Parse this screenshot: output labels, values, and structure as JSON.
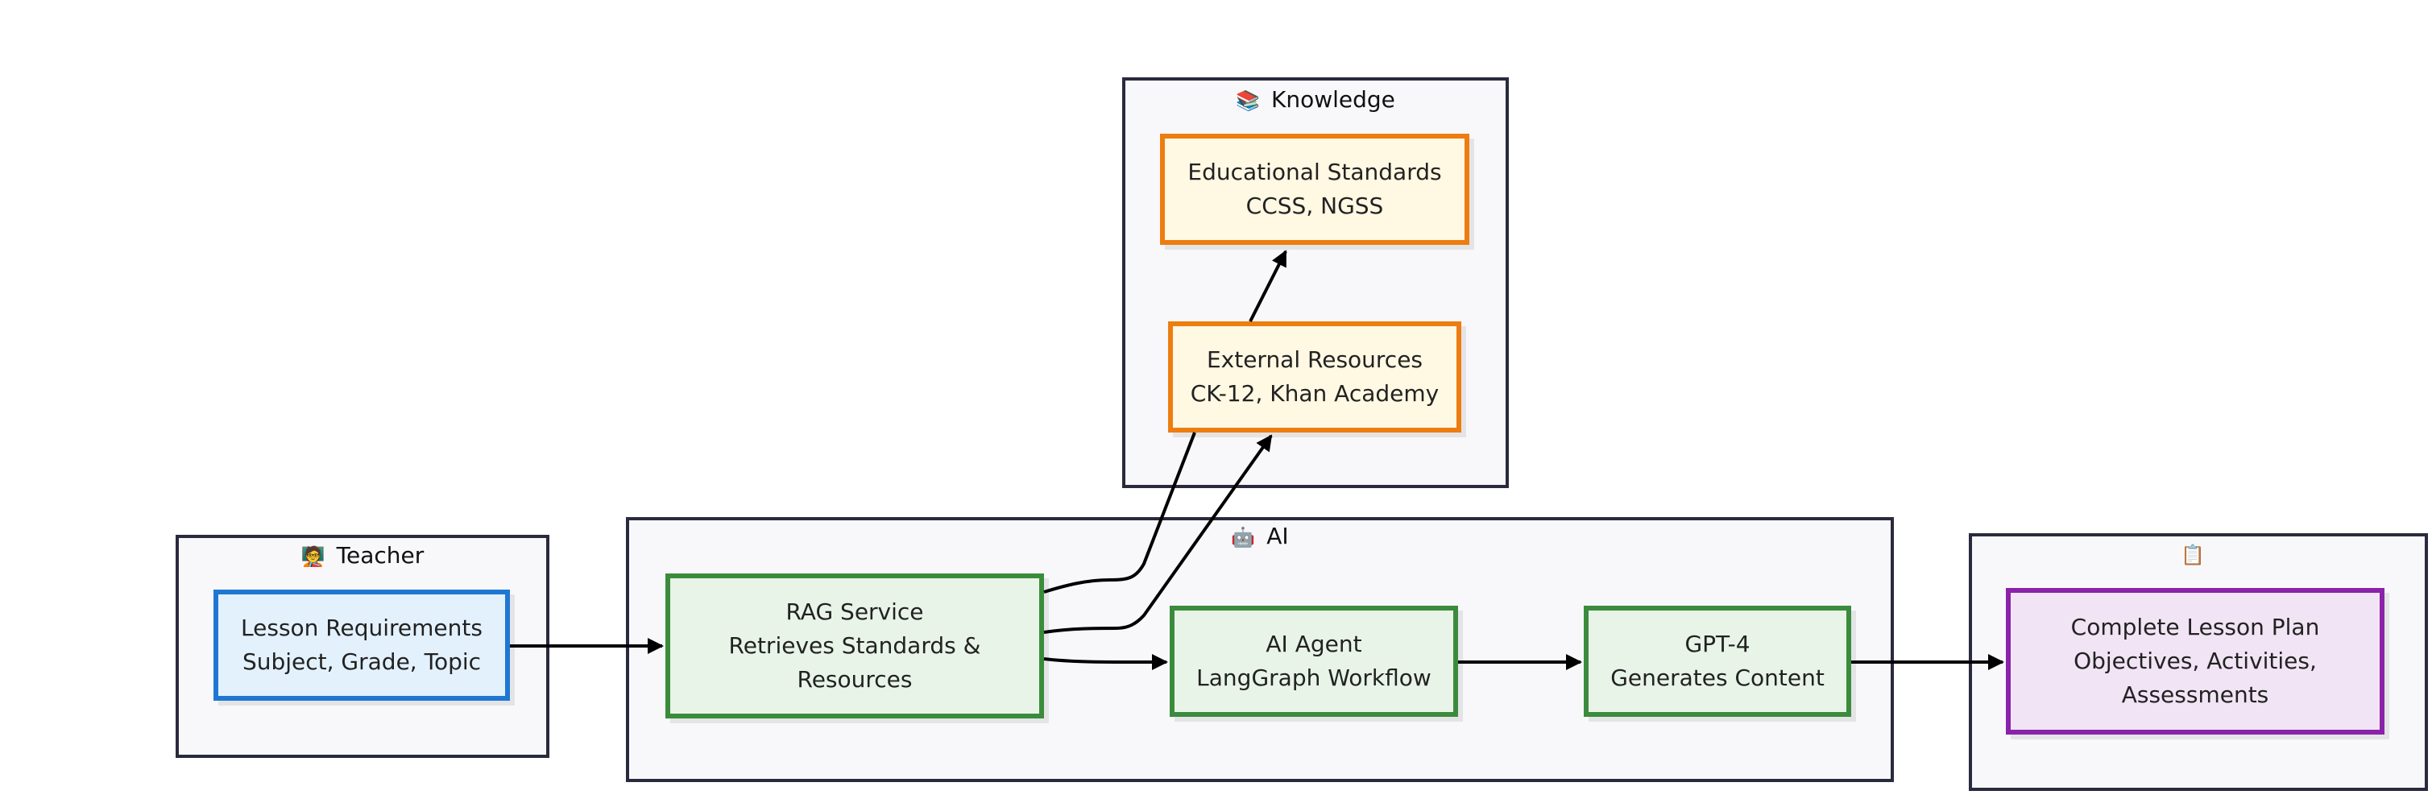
{
  "groups": {
    "knowledge": {
      "icon": "books-icon",
      "glyph": "📚",
      "label": "Knowledge"
    },
    "teacher": {
      "icon": "teacher-icon",
      "glyph": "🧑‍🏫",
      "label": "Teacher"
    },
    "ai": {
      "icon": "robot-icon",
      "glyph": "🤖",
      "label": "AI"
    },
    "output": {
      "icon": "document-icon",
      "glyph": "📋",
      "label": ""
    }
  },
  "nodes": {
    "standards": {
      "lines": [
        "Educational Standards",
        "CCSS, NGSS"
      ]
    },
    "external": {
      "lines": [
        "External Resources",
        "CK-12, Khan Academy"
      ]
    },
    "requirements": {
      "lines": [
        "Lesson Requirements",
        "Subject, Grade, Topic"
      ]
    },
    "rag": {
      "lines": [
        "RAG Service",
        "Retrieves Standards &",
        "Resources"
      ]
    },
    "agent": {
      "lines": [
        "AI Agent",
        "LangGraph Workflow"
      ]
    },
    "gpt": {
      "lines": [
        "GPT-4",
        "Generates Content"
      ]
    },
    "plan": {
      "lines": [
        "Complete Lesson Plan",
        "Objectives, Activities,",
        "Assessments"
      ]
    }
  },
  "colors": {
    "input": "#1e77d2",
    "process": "#3a8c3c",
    "knowledge": "#ed7d10",
    "output": "#8a22aa",
    "group_border": "#2a2a3e",
    "edge": "#000000"
  }
}
